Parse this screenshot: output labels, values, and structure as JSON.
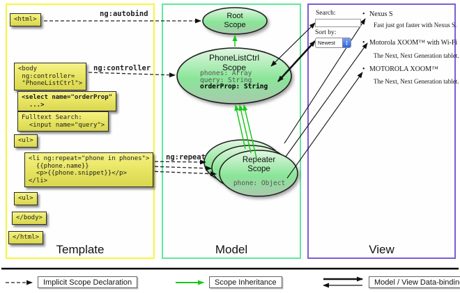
{
  "columns": {
    "template_label": "Template",
    "model_label": "Model",
    "view_label": "View"
  },
  "annotations": {
    "autobind": "ng:autobind",
    "controller": "ng:controller",
    "repeat": "ng:repeat"
  },
  "template_code": {
    "html_open": "<html>",
    "body_open": "<body\n ng:controller=\n \"PhoneListCtrl\">",
    "select": "<select name=\"orderProp\"\n  ...>",
    "fulltext": "Fulltext Search:\n  <input name=\"query\">",
    "ul_open": "<ul>",
    "li": "<li ng:repeat=\"phone in phones\">\n  {{phone.name}}\n  <p>{{phone.snippet}}</p>\n</li>",
    "ul_close": "<ul>",
    "body_close": "</body>",
    "html_close": "</html>"
  },
  "model": {
    "root_scope": {
      "title": "Root\nScope"
    },
    "phonelist_scope": {
      "title": "PhoneListCtrl\nScope",
      "props": [
        "phones: Array",
        "query: String",
        "orderProp: String"
      ]
    },
    "repeater_scope": {
      "title": "Repeater\nScope",
      "prop": "phone: Object"
    }
  },
  "view": {
    "search_label": "Search:",
    "sort_label": "Sort by:",
    "sort_value": "Newest",
    "items": [
      {
        "name": "Nexus S",
        "desc": "Fast just got faster with Nexus S."
      },
      {
        "name": "Motorola XOOM™ with Wi-Fi",
        "desc": "The Next, Next Generation tablet."
      },
      {
        "name": "MOTOROLA XOOM™",
        "desc": "The Next, Next Generation tablet."
      }
    ]
  },
  "legend": {
    "implicit": "Implicit Scope Declaration",
    "inheritance": "Scope Inheritance",
    "binding": "Model / View Data-binding"
  },
  "colors": {
    "template_border": "#f6f63c",
    "model_border": "#5fe89c",
    "view_border": "#7b5dd6",
    "code_box_fill": "#e9e665",
    "scope_fill_green": "#8ae598",
    "inheritance_green": "#17c917",
    "arrow_black": "#111111"
  }
}
